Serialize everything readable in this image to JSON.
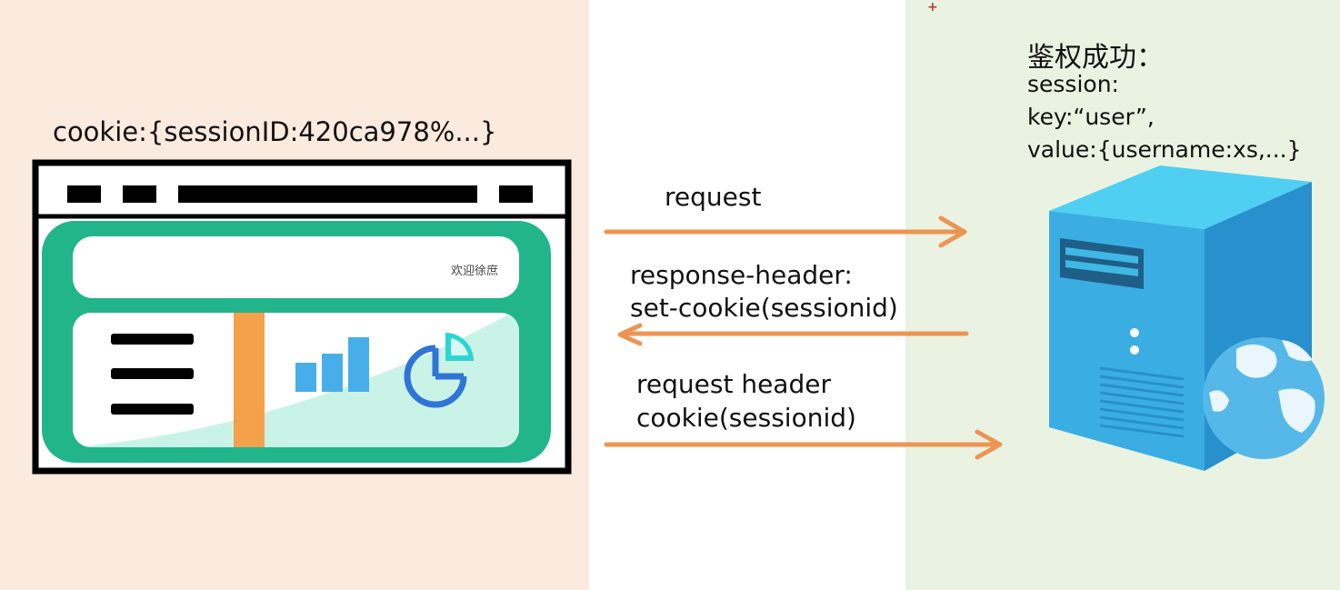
{
  "colors": {
    "left_bg": "#fbeade",
    "right_bg": "#eaf3e2",
    "arrow": "#ee9452",
    "browser_green": "#22b58c",
    "browser_orange": "#f5a04a",
    "chart_blue": "#47aeea",
    "pie_blue": "#2f74d8",
    "pie_teal": "#2ad6d1",
    "server_light": "#4fd0f2",
    "server_front": "#3aaee3",
    "server_side": "#2890cc",
    "globe": "#56b8e8"
  },
  "browser": {
    "cookie_text": "cookie:{sessionID:420ca978%...}",
    "welcome_text": "欢迎徐庶"
  },
  "server": {
    "title": "鉴权成功：",
    "session_label": "session:",
    "key_line": "key:“user”,",
    "value_line": "value:{username:xs,...}"
  },
  "arrows": {
    "request": "request",
    "response_line1": "response-header:",
    "response_line2": "set-cookie(sessionid)",
    "request2_line1": "request header",
    "request2_line2": "cookie(sessionid)"
  },
  "icons": {
    "browser": "browser-window-icon",
    "menu": "menu-icon",
    "bar_chart": "bar-chart-icon",
    "pie_chart": "pie-chart-icon",
    "server": "server-icon",
    "globe": "globe-icon"
  },
  "marker": "+"
}
